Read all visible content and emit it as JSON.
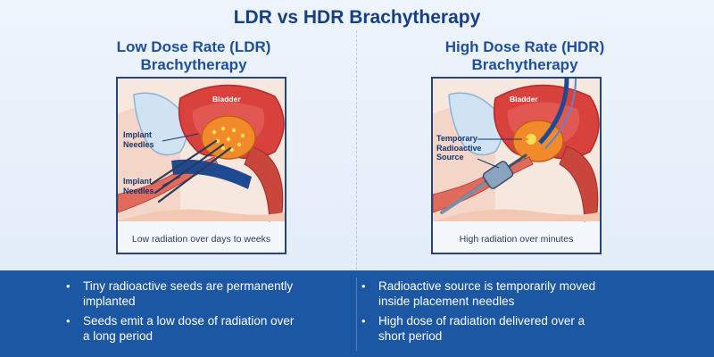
{
  "title": "LDR vs HDR Brachytherapy",
  "ldr": {
    "title_line1": "Low Dose Rate (LDR)",
    "title_line2": "Brachytherapy",
    "organ_label": "Bladder",
    "label_top": [
      "Implant",
      "Needles"
    ],
    "label_bottom": [
      "Implant",
      "Needles"
    ],
    "caption": "Low radiation over days to weeks",
    "bullets": [
      [
        "Tiny radioactive seeds are permanently",
        "implanted"
      ],
      [
        "Seeds emit a low dose of radiation over",
        "a long period"
      ]
    ]
  },
  "hdr": {
    "title_line1": "High Dose Rate (HDR)",
    "title_line2": "Brachytherapy",
    "organ_label": "Bladder",
    "label_top": [
      "Temporary",
      "Radioactive",
      "Source"
    ],
    "caption": "High radiation over minutes",
    "bullets": [
      [
        "Radioactive source is temporarily moved",
        "inside placement needles"
      ],
      [
        "High dose of radiation delivered over a",
        "short period"
      ]
    ]
  },
  "colors": {
    "title": "#163f86",
    "panel_title": "#1d4f9c",
    "bottom_band": "#1b57a3",
    "frame": "#24447c",
    "bladder": "#d8413c",
    "prostate": "#f08a2a",
    "seed": "#ffe35a"
  },
  "icons": [
    "bullet-dot",
    "arrow-icon"
  ]
}
